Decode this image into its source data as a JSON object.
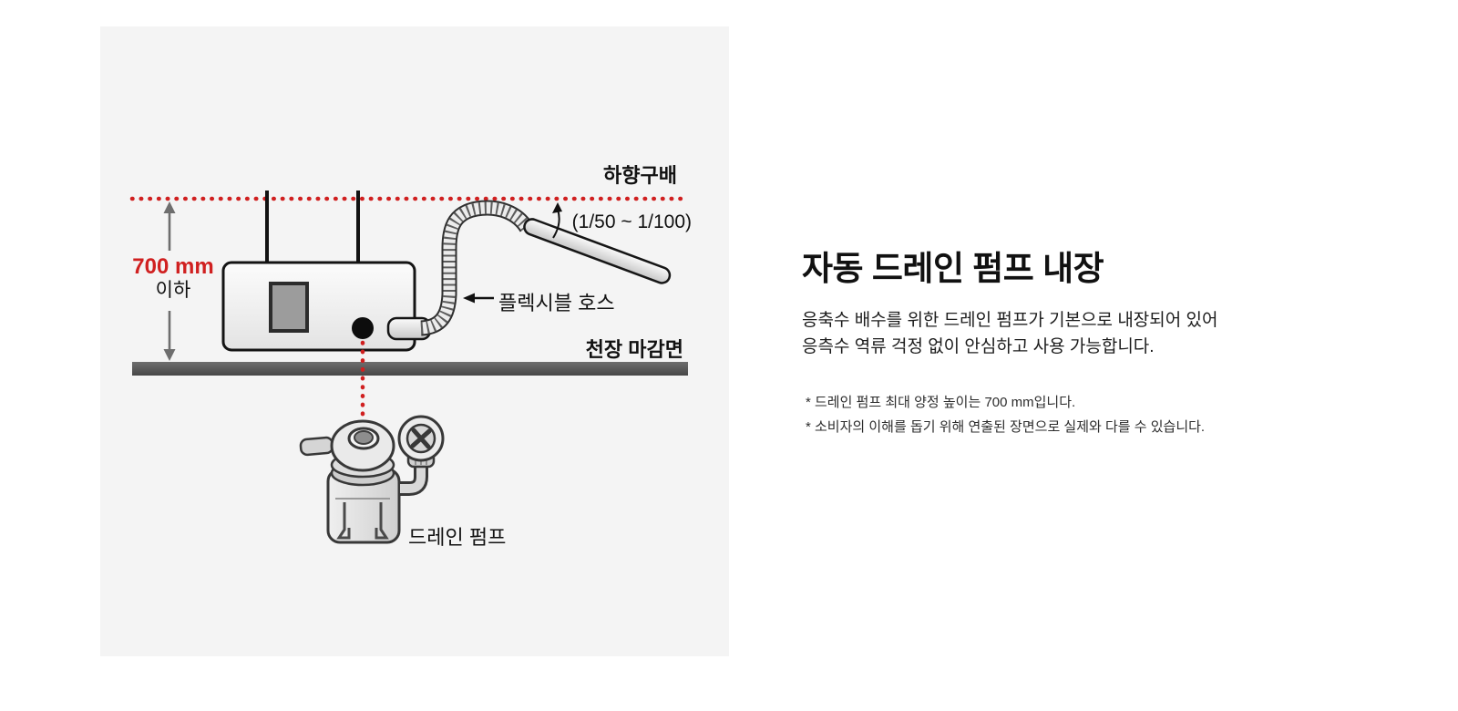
{
  "panel": {
    "background": "#f4f4f4",
    "accent_red": "#d02020",
    "labels": {
      "downward_slope": "하향구배",
      "slope_ratio": "(1/50 ~ 1/100)",
      "max_height_value": "700 mm",
      "max_height_suffix": "이하",
      "flexible_hose": "플렉시블 호스",
      "ceiling_finish": "천장 마감면",
      "drain_pump": "드레인 펌프"
    }
  },
  "content": {
    "title": "자동 드레인 펌프 내장",
    "description": {
      "line1": "응축수 배수를 위한 드레인 펌프가 기본으로 내장되어 있어",
      "line2": "응측수 역류 걱정 없이 안심하고 사용 가능합니다."
    },
    "footnotes": {
      "line1": "* 드레인 펌프 최대 양정 높이는 700 mm입니다.",
      "line2": "* 소비자의 이해를 돕기 위해 연출된 장면으로 실제와 다를 수 있습니다."
    }
  }
}
